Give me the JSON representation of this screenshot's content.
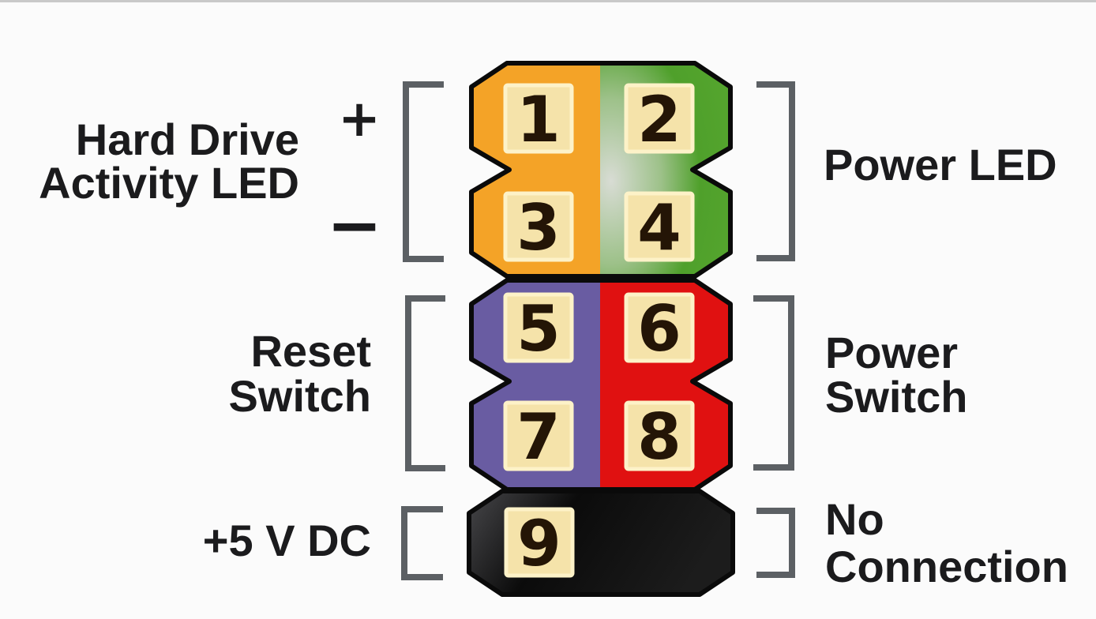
{
  "colors": {
    "bg": "#fbfbfb",
    "top_line": "#c9c9c9",
    "outline": "#0a0a0a",
    "orange": "#f4a327",
    "green": "#4fa02b",
    "green_deep": "#57a72f",
    "sheen": "#d8dcd4",
    "green_soft": "#9dc189",
    "purple": "#695ca2",
    "red": "#e01111",
    "black_hi": "#47474a",
    "black_mid": "#0b0b0b",
    "black_lo": "#1c1c1c",
    "pin_fill": "#f5e3aa",
    "pin_border": "#fdf2c8",
    "pin_number": "#241506",
    "bracket": "#5c6064",
    "text": "#1b1b1d"
  },
  "connector": {
    "pins": [
      {
        "number": "1",
        "function": "Hard Drive Activity LED +"
      },
      {
        "number": "2",
        "function": "Power LED"
      },
      {
        "number": "3",
        "function": "Hard Drive Activity LED −"
      },
      {
        "number": "4",
        "function": "Power LED"
      },
      {
        "number": "5",
        "function": "Reset Switch"
      },
      {
        "number": "6",
        "function": "Power Switch"
      },
      {
        "number": "7",
        "function": "Reset Switch"
      },
      {
        "number": "8",
        "function": "Power Switch"
      },
      {
        "number": "9",
        "function": "+5 V DC"
      }
    ]
  },
  "labels": {
    "hdd_line1": "Hard Drive",
    "hdd_line2": "Activity LED",
    "hdd_plus": "+",
    "hdd_minus": "−",
    "power_led": "Power LED",
    "reset_line1": "Reset",
    "reset_line2": "Switch",
    "power_sw_line1": "Power",
    "power_sw_line2": "Switch",
    "plus5vdc": "+5 V DC",
    "nc_line1": "No",
    "nc_line2": "Connection"
  }
}
